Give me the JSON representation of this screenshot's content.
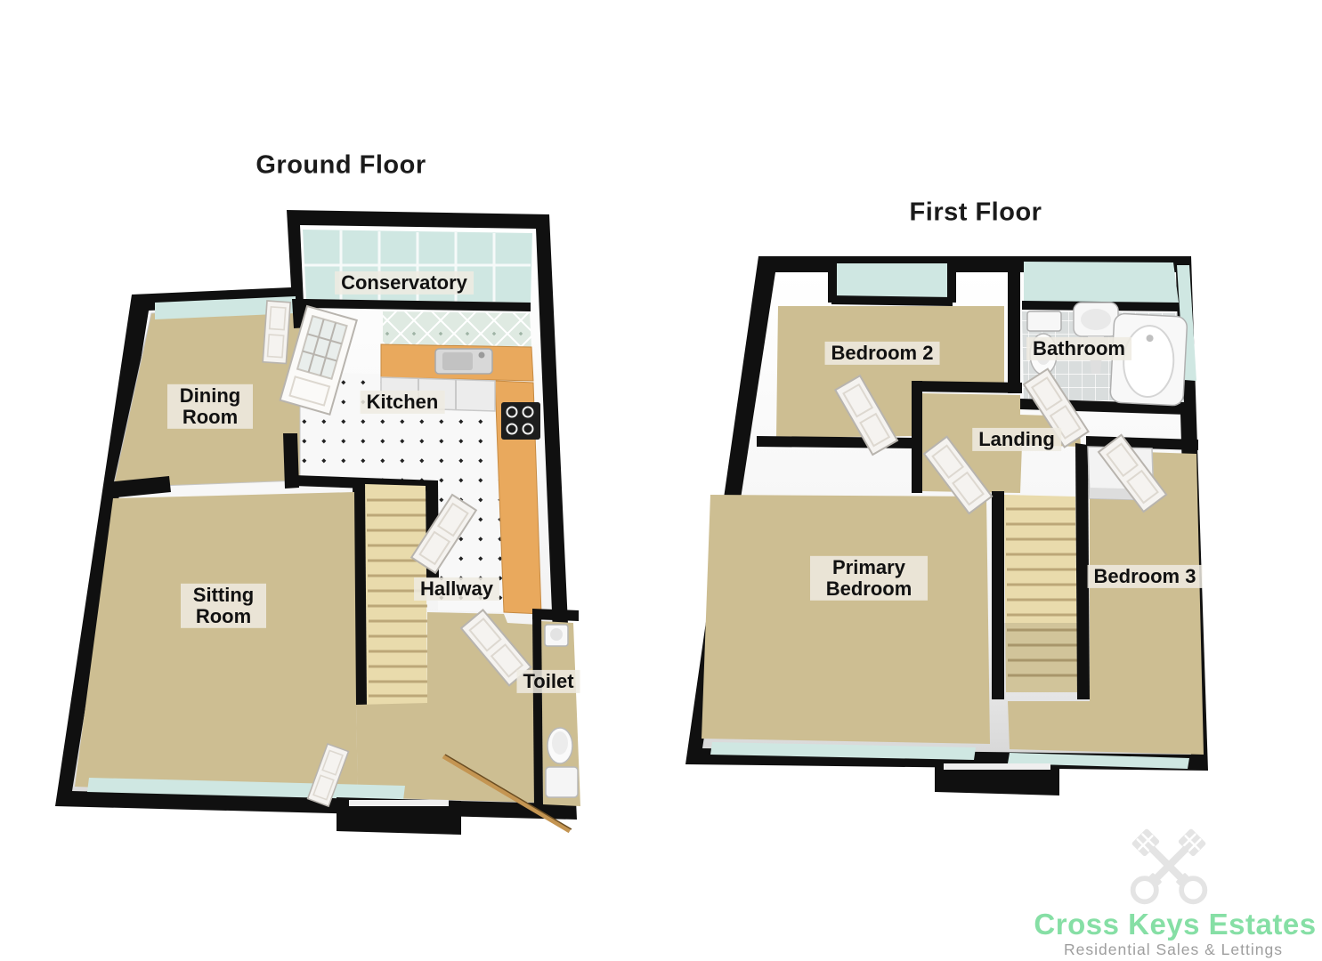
{
  "ground_floor": {
    "title": "Ground Floor",
    "rooms": {
      "conservatory": "Conservatory",
      "kitchen": "Kitchen",
      "dining_room": "Dining Room",
      "sitting_room": "Sitting Room",
      "hallway": "Hallway",
      "toilet": "Toilet"
    }
  },
  "first_floor": {
    "title": "First Floor",
    "rooms": {
      "bedroom_2": "Bedroom 2",
      "bathroom": "Bathroom",
      "landing": "Landing",
      "primary_bedroom": "Primary Bedroom",
      "bedroom_3": "Bedroom 3"
    }
  },
  "branding": {
    "agency_name": "Cross Keys Estates",
    "tagline": "Residential Sales & Lettings",
    "icon": "crossed-keys",
    "name_color": "#86DFA5",
    "tagline_color": "#9E9E9E",
    "icon_color": "#E4E4E4"
  },
  "colors": {
    "wall_black": "#101010",
    "wall_white": "#FFFFFF",
    "floor_carpet": "#CDBE92",
    "floor_carpet_dark": "#B3A478",
    "stairs": "#E9DBAC",
    "step_line": "#B49E6E",
    "window_glass": "#CFE7E2",
    "kitchen_tile": "#F8F8F8",
    "tile_dot": "#222222",
    "conservatory_tile": "#DFEAE2",
    "counter_wood": "#E9A95D",
    "bathroom_tile": "#D9DDDD",
    "fixture_white": "#F8F8F8",
    "door_white": "#F5F3F0",
    "label_background": "#EFEBE2",
    "label_text": "#111111"
  }
}
